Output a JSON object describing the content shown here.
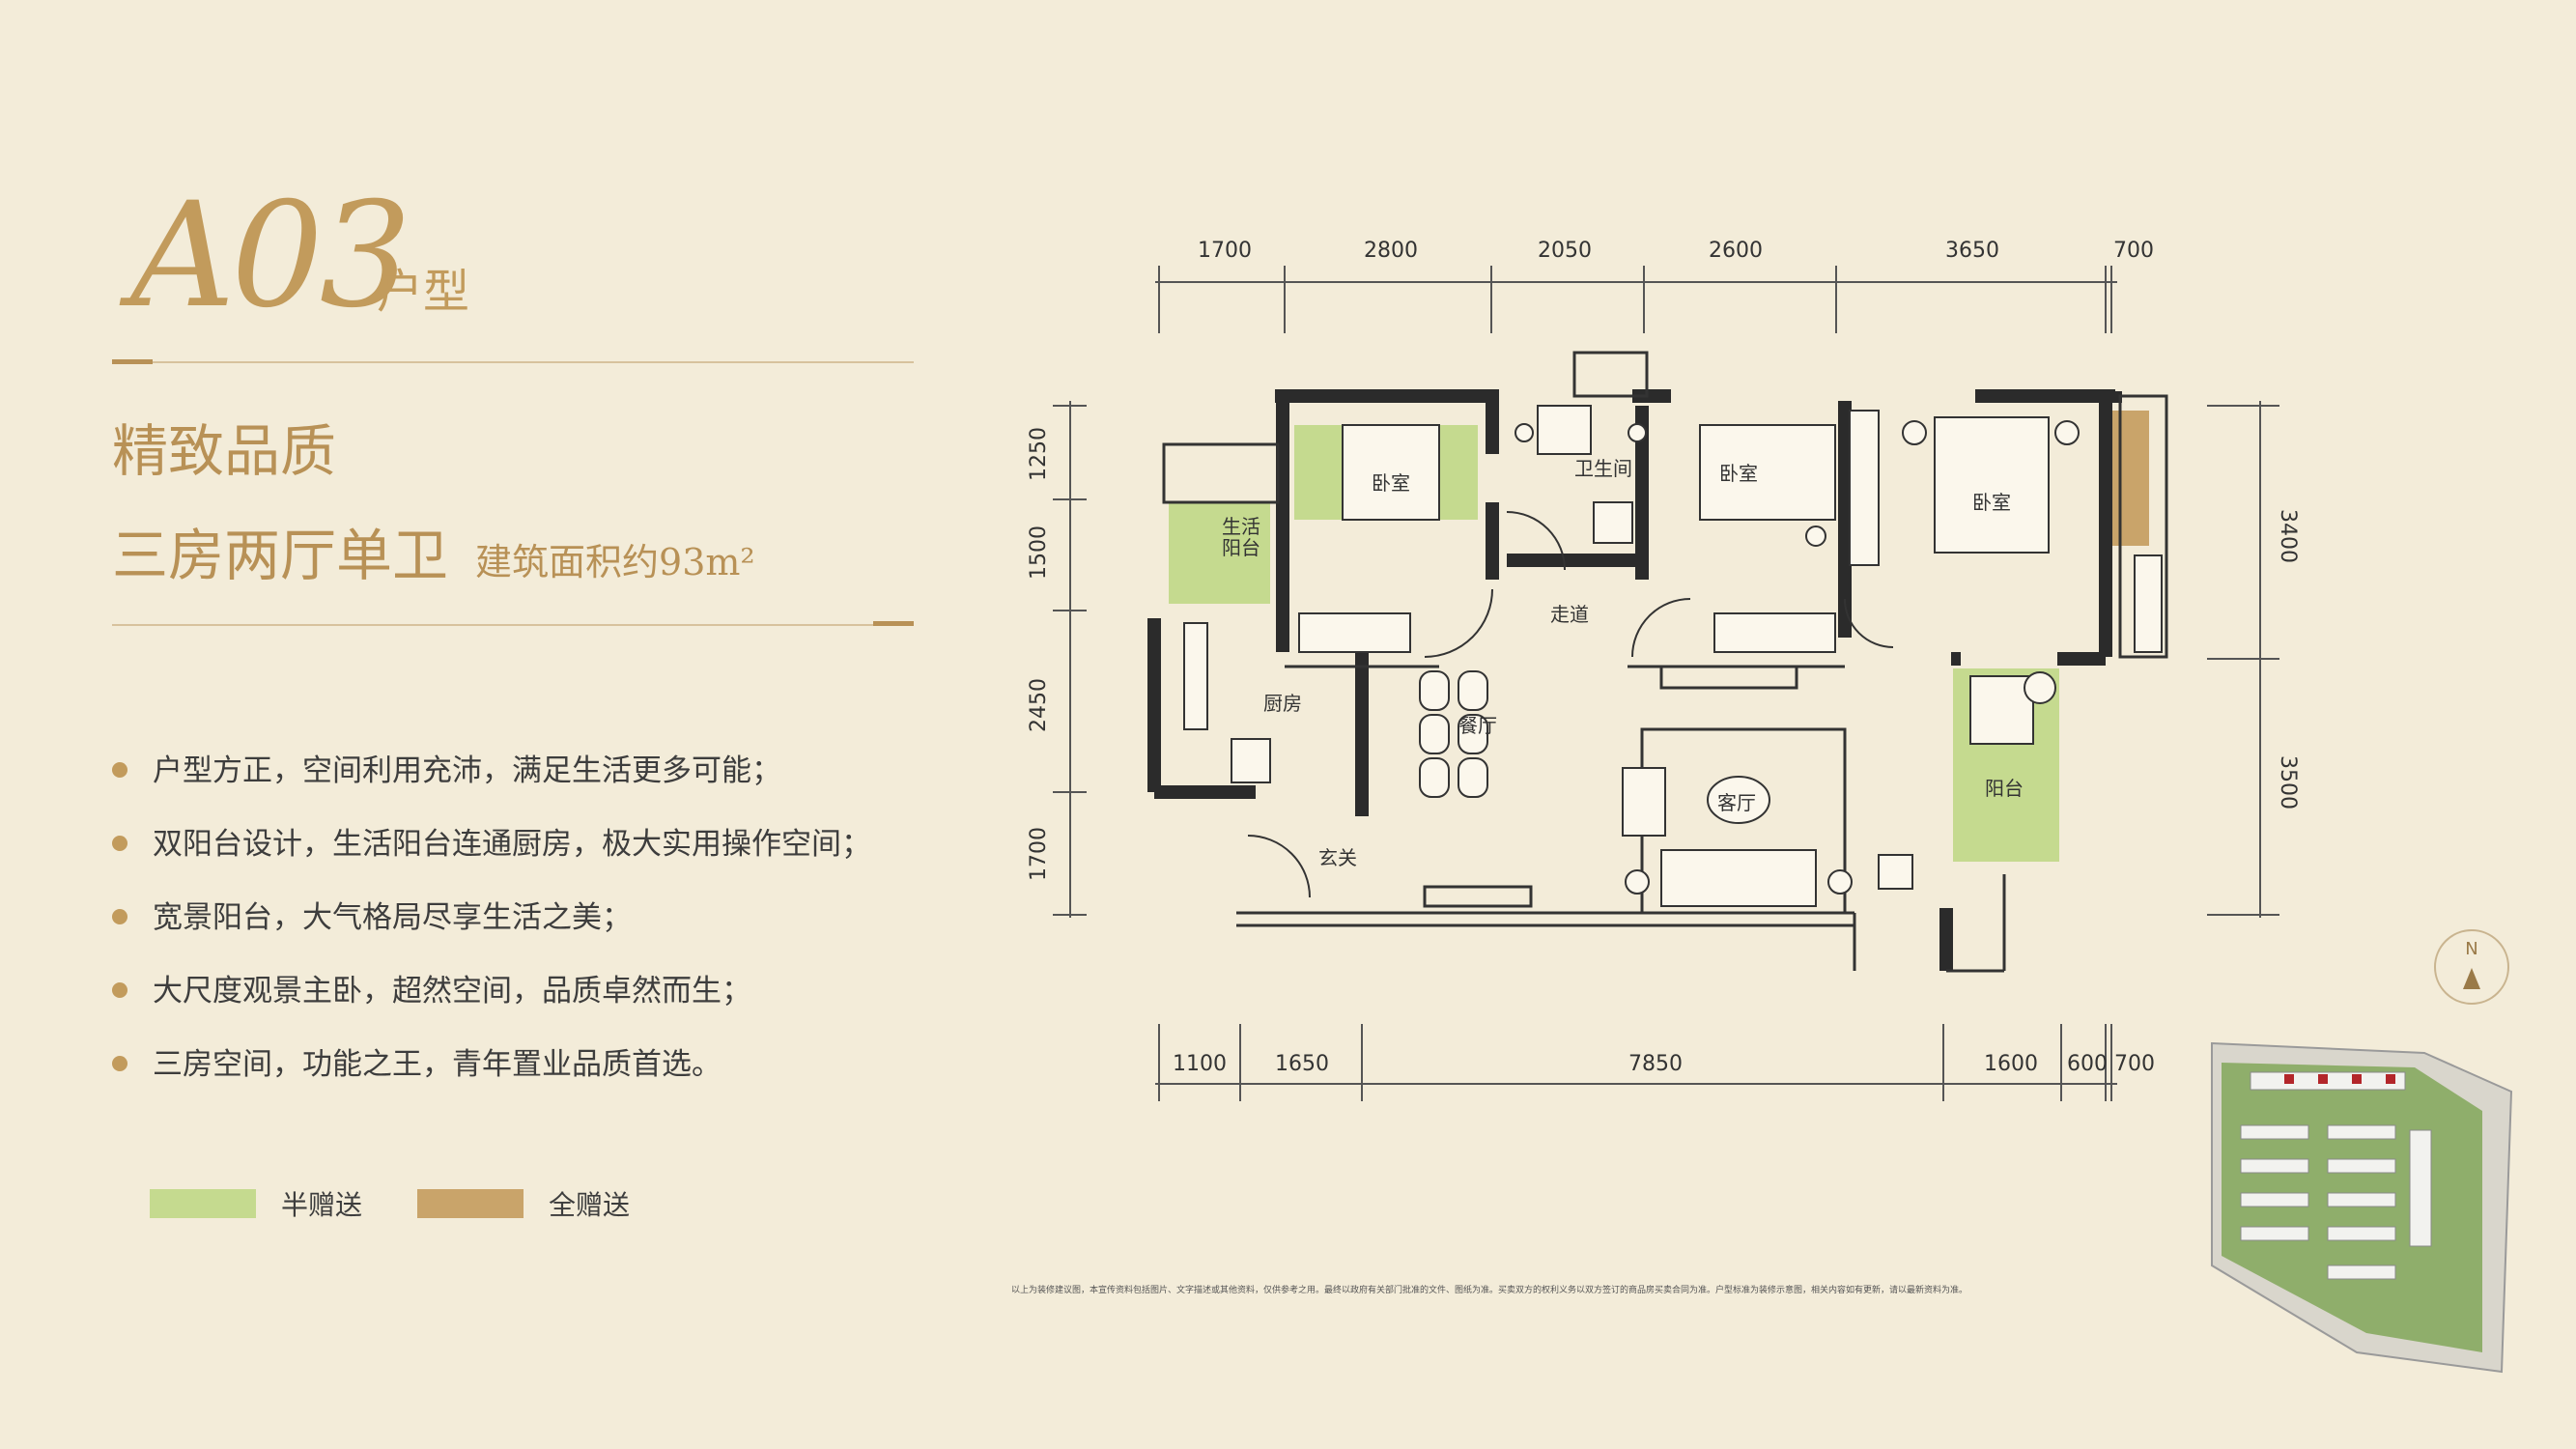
{
  "header": {
    "unit_code": "A03",
    "unit_suffix": "户型",
    "tagline": "精致品质",
    "layout_desc": "三房两厅单卫",
    "area_label": "建筑面积约93m²"
  },
  "features": [
    "户型方正，空间利用充沛，满足生活更多可能；",
    "双阳台设计，生活阳台连通厨房，极大实用操作空间；",
    "宽景阳台，大气格局尽享生活之美；",
    "大尺度观景主卧，超然空间，品质卓然而生；",
    "三房空间，功能之王，青年置业品质首选。"
  ],
  "legend": [
    {
      "label": "半赠送",
      "color": "#c5da8f"
    },
    {
      "label": "全赠送",
      "color": "#c9a46a"
    }
  ],
  "colors": {
    "accent": "#c29b5c",
    "wall": "#2b2b2b",
    "balcony_half": "#c5da8f",
    "bay_full": "#c9a46a",
    "background": "#f3ecd9"
  },
  "dimensions": {
    "top": [
      "1700",
      "2800",
      "2050",
      "2600",
      "3650",
      "700"
    ],
    "bottom": [
      "1100",
      "1650",
      "7850",
      "1600",
      "600",
      "700"
    ],
    "left": [
      "1250",
      "1500",
      "2450",
      "1700"
    ],
    "right": [
      "3400",
      "3500"
    ]
  },
  "rooms": {
    "bedroom_a": "卧室",
    "bathroom": "卫生间",
    "bedroom_b": "卧室",
    "bedroom_master": "卧室",
    "service_balcony_1": "生活",
    "service_balcony_2": "阳台",
    "corridor": "走道",
    "kitchen": "厨房",
    "dining": "餐厅",
    "living": "客厅",
    "balcony": "阳台",
    "entrance": "玄关"
  },
  "compass": {
    "label": "N"
  },
  "disclaimer": "以上为装修建议图，本宣传资料包括图片、文字描述或其他资料，仅供参考之用。最终以政府有关部门批准的文件、图纸为准。买卖双方的权利义务以双方签订的商品房买卖合同为准。户型标准为装修示意图，相关内容如有更新，请以最新资料为准。"
}
